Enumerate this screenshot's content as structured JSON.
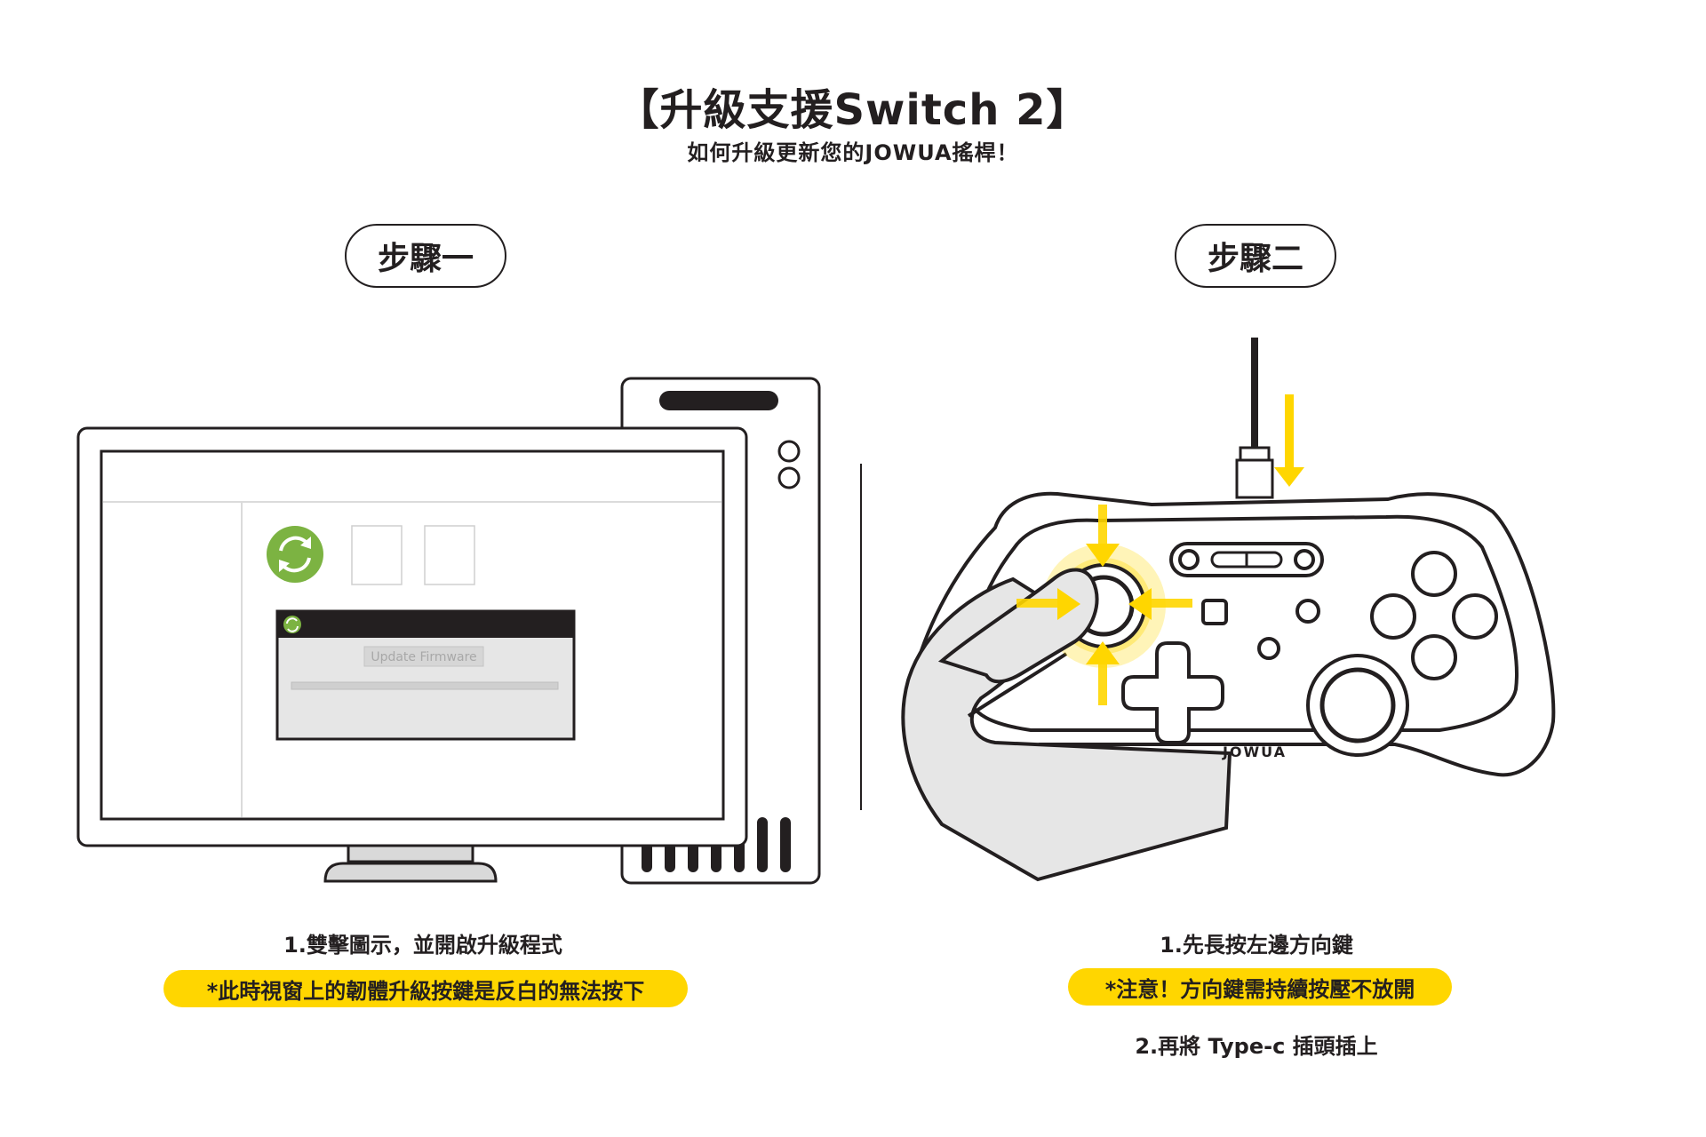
{
  "header": {
    "title": "【升級支援Switch 2】",
    "subtitle": "如何升級更新您的JOWUA搖桿！"
  },
  "step1": {
    "label": "步驟一",
    "dialog_button": "Update Firmware",
    "caption": "1.雙擊圖示，並開啟升級程式",
    "note": "*此時視窗上的韌體升級按鍵是反白的無法按下"
  },
  "step2": {
    "label": "步驟二",
    "brand": "JOWUA",
    "caption1": "1.先長按左邊方向鍵",
    "note": "*注意！方向鍵需持續按壓不放開",
    "caption2": "2.再將 Type-c 插頭插上"
  },
  "colors": {
    "ink": "#231f20",
    "highlight": "#ffd600",
    "icon_green": "#7cb342",
    "tower_shadow": "#d9d9d9",
    "hand": "#e6e6e6"
  }
}
